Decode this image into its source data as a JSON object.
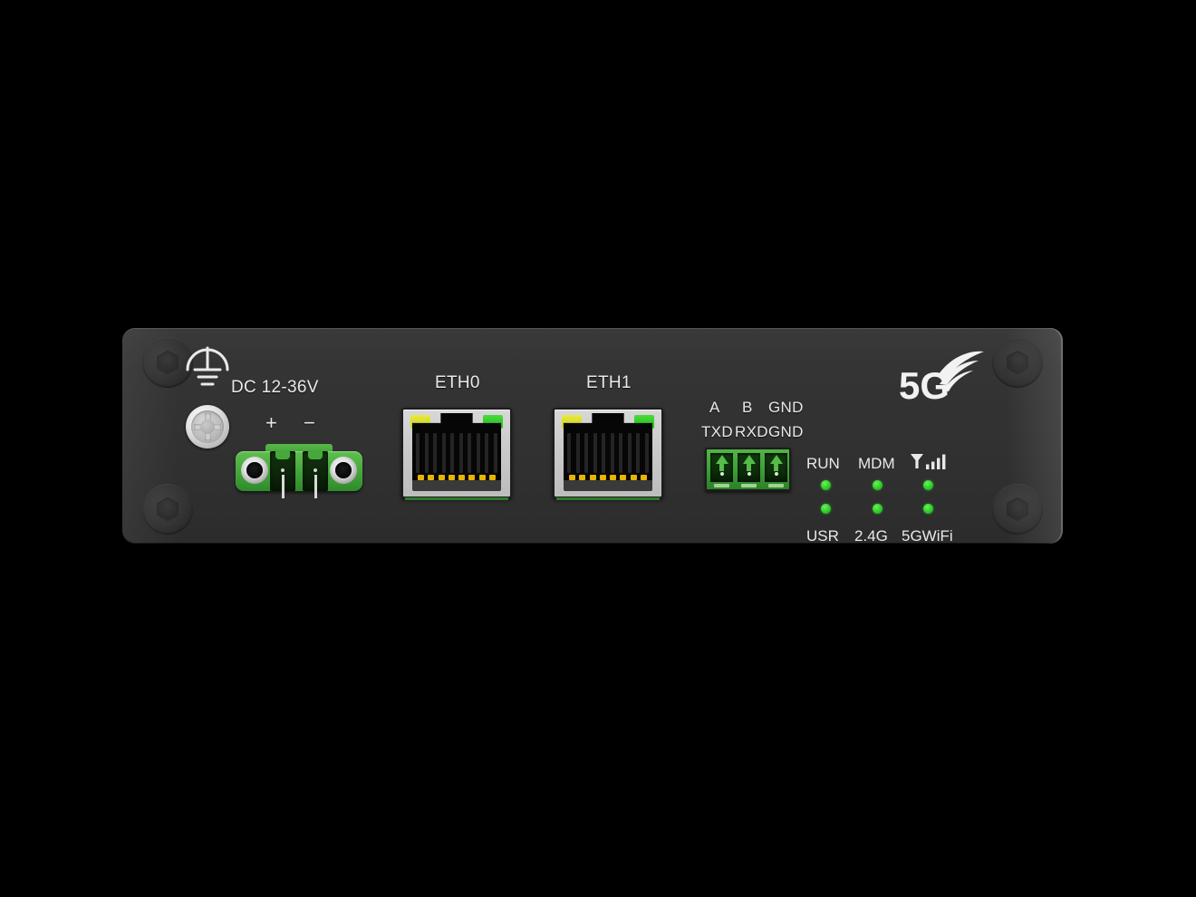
{
  "device": {
    "type": "industrial-5g-router-front-panel",
    "panel_color": "#333333",
    "accent_green": "#3d9c36",
    "led_green": "#2ecb28",
    "led_yellow": "#c9cd1d"
  },
  "ground": {
    "symbol_name": "earth-ground-symbol",
    "screw_name": "ground-screw"
  },
  "power": {
    "label": "DC 12-36V",
    "positive": "+",
    "negative": "−"
  },
  "ethernet": [
    {
      "label": "ETH0",
      "left_led_color": "#c9cd1d",
      "right_led_color": "#2ecb28"
    },
    {
      "label": "ETH1",
      "left_led_color": "#c9cd1d",
      "right_led_color": "#2ecb28"
    }
  ],
  "serial": {
    "top_labels": [
      "A",
      "B",
      "GND"
    ],
    "bottom_labels": [
      "TXD",
      "RXD",
      "GND"
    ]
  },
  "leds": {
    "top_row": [
      "RUN",
      "MDM",
      "signal-icon"
    ],
    "bottom_row": [
      "USR",
      "2.4G",
      "5GWiFi"
    ],
    "state_color": "#2ecb28",
    "signal_bars": 4
  },
  "branding": {
    "logo_text": "5G"
  }
}
